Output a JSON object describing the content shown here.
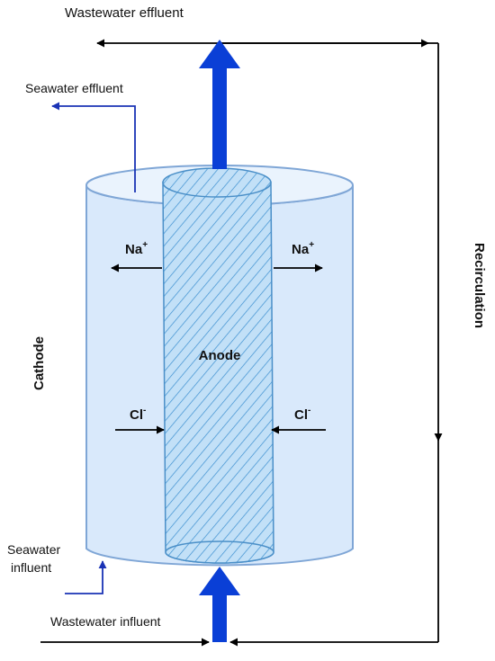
{
  "labels": {
    "wastewater_effluent": "Wastewater effluent",
    "seawater_effluent": "Seawater effluent",
    "recirculation": "Recirculation",
    "cathode": "Cathode",
    "anode": "Anode",
    "seawater_influent_line1": "Seawater",
    "seawater_influent_line2": "influent",
    "wastewater_influent": "Wastewater influent"
  },
  "ions": {
    "sodium": {
      "symbol": "Na",
      "charge": "+"
    },
    "chloride": {
      "symbol": "Cl",
      "charge": "-"
    }
  },
  "colors": {
    "cathode_fill": "#d9e9fb",
    "cathode_stroke": "#7fa6d6",
    "anode_fill": "#b9dcf5",
    "anode_hatch": "#3b8fd0",
    "flow_arrow": "#0a3fd6",
    "seawater_line": "#1a33b5",
    "line": "#000000"
  }
}
